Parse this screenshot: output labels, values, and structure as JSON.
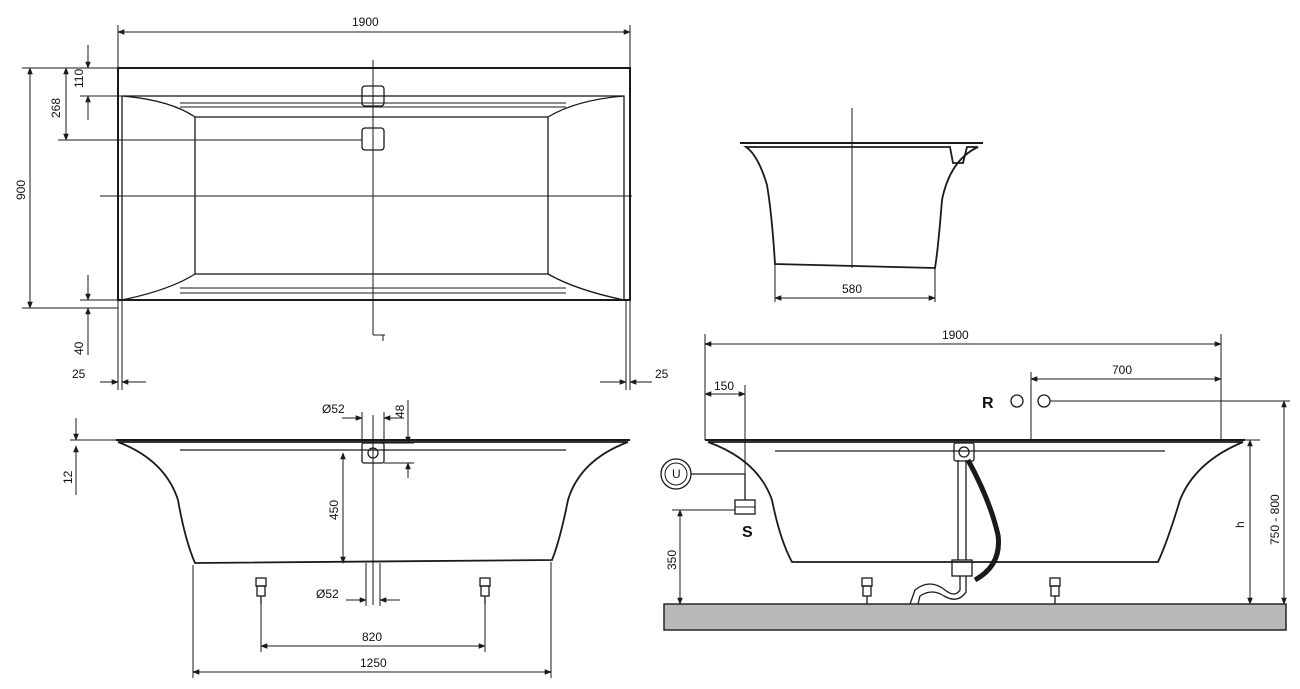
{
  "top_view": {
    "width": "1900",
    "depth": "900",
    "offset_268": "268",
    "offset_110": "110",
    "offset_40": "40",
    "edge_left": "25",
    "edge_right": "25"
  },
  "end_view": {
    "bottom_width": "580"
  },
  "front_view": {
    "rim": "12",
    "outlet_diameter": "Ø52",
    "drain_diameter": "Ø52",
    "offset_48": "48",
    "depth_450": "450",
    "feet_spacing": "820",
    "base_length": "1250"
  },
  "side_view": {
    "width": "1900",
    "tap_offset": "700",
    "overflow_offset": "150",
    "tap_label": "R",
    "supply_label": "U",
    "siphon_label": "S",
    "floor_height": "350",
    "height_label": "h",
    "height_range": "750 - 800"
  },
  "colors": {
    "line": "#1a1a1a",
    "floor": "#b8b8b8"
  }
}
